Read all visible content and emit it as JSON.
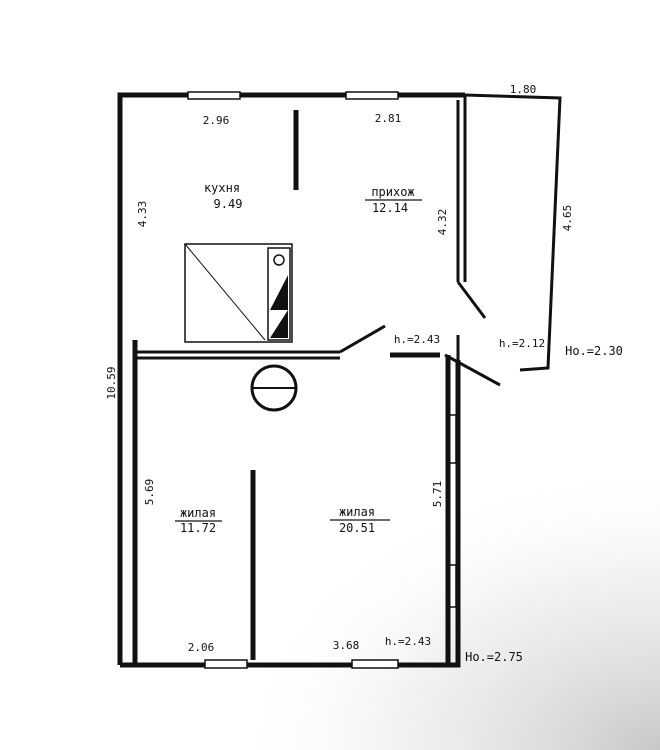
{
  "rooms": {
    "kitchen": {
      "name": "кухня",
      "area": "9.49"
    },
    "hall": {
      "name": "прихож",
      "area": "12.14"
    },
    "living1": {
      "name": "жилая",
      "area": "11.72"
    },
    "living2": {
      "name": "жилая",
      "area": "20.51"
    }
  },
  "dimensions": {
    "top_left": "2.96",
    "top_mid": "2.81",
    "top_right": "1.80",
    "left_kitchen": "4.33",
    "hall_height": "4.32",
    "right_porch": "4.65",
    "left_total": "10.59",
    "left_living": "5.69",
    "right_living": "5.71",
    "bottom_left": "2.06",
    "bottom_right": "3.68"
  },
  "heights": {
    "h_hall": "h.=2.43",
    "h_porch": "h.=2.12",
    "h_bottom": "h.=2.43",
    "ho_top": "Ho.=2.30",
    "ho_bottom": "Ho.=2.75"
  }
}
